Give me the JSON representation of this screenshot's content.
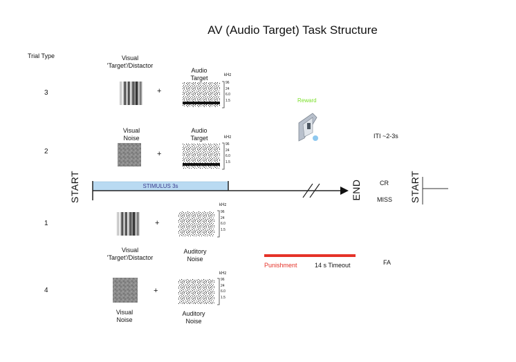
{
  "title": "AV (Audio Target) Task Structure",
  "trial_type_header": "Trial Type",
  "trials": [
    {
      "number": "3",
      "visual_label": "Visual 'Target'/Distactor",
      "audio_label": "Audio Target"
    },
    {
      "number": "2",
      "visual_label": "Visual Noise",
      "audio_label": "Audio Target"
    },
    {
      "number": "1",
      "visual_label": "Visual 'Target'/Distactor",
      "audio_label": "Auditory Noise"
    },
    {
      "number": "4",
      "visual_label": "Visual Noise",
      "audio_label": "Auditory Noise"
    }
  ],
  "labels": {
    "visual_target_line1": "Visual",
    "visual_target_line2": "'Target'/Distactor",
    "visual_noise_line1": "Visual",
    "visual_noise_line2": "Noise",
    "audio_line1": "Audio",
    "audio_line2": "Target",
    "auditory_line1": "Auditory",
    "auditory_line2": "Noise",
    "plus": "+",
    "khz": "kHz",
    "khz_ticks": [
      "96",
      "24",
      "6.0",
      "1.5"
    ]
  },
  "timeline": {
    "start": "START",
    "end": "END",
    "stimulus": "STIMULUS 3s",
    "cr": "CR",
    "miss": "MISS",
    "fa": "FA",
    "reward": "Reward",
    "iti": "ITI ~2-3s",
    "punishment": "Punishment",
    "timeout": "14 s Timeout",
    "start_right": "START"
  },
  "colors": {
    "reward": "#7be02a",
    "punishment": "#e53228",
    "stimulus_fill": "#b9daf2",
    "stimulus_text": "#3a3a8c",
    "water_drop": "#8ec8ef"
  }
}
